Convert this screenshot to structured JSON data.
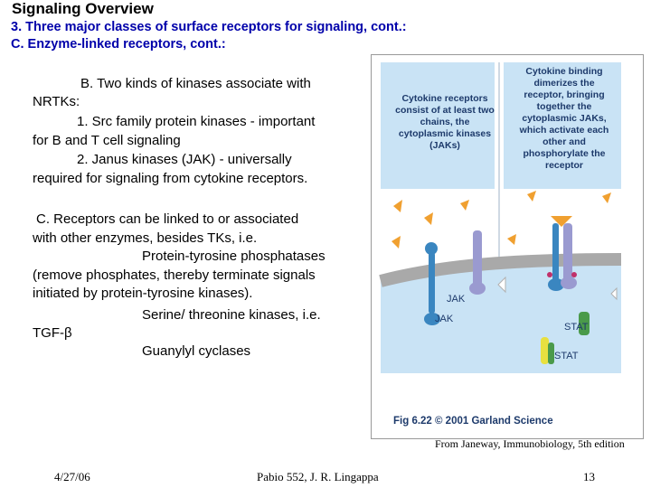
{
  "title": "Signaling Overview",
  "subtitle_lines": [
    "3.  Three major classes of  surface receptors for signaling, cont.:",
    "C.  Enzyme-linked receptors, cont.:"
  ],
  "body_lines": [
    "B.  Two kinds of kinases associate with",
    "NRTKs:",
    "1.  Src family protein kinases - important",
    "for B and T cell signaling",
    "2.  Janus kinases (JAK) - universally",
    "required for signaling from cytokine receptors.",
    "C.  Receptors can be linked to or associated",
    "with other enzymes, besides TKs, i.e.",
    "Protein-tyrosine phosphatases",
    "(remove phosphates, thereby terminate signals",
    "initiated by protein-tyrosine kinases).",
    "Serine/ threonine kinases, i.e.",
    "TGF-β",
    "Guanylyl cyclases"
  ],
  "figure": {
    "left_caption": "Cytokine receptors consist of at least two chains, the cytoplasmic kinases (JAKs)",
    "right_caption": "Cytokine binding dimerizes the receptor, bringing together the cytoplasmic JAKs, which activate each other and phosphorylate the receptor",
    "label_jak_1": "JAK",
    "label_jak_2": "JAK",
    "label_stat_1": "STAT",
    "label_stat_2": "STAT",
    "fig_caption": "Fig 6.22  © 2001 Garland Science",
    "source": "From Janeway, Immunobiology, 5th edition"
  },
  "footer": {
    "date": "4/27/06",
    "course": "Pabio 552,  J. R. Lingappa",
    "page": "13"
  },
  "colors": {
    "title": "#000000",
    "subtitle": "#0000aa",
    "figure_bg": "#c9e3f5",
    "ligand": "#f0a030",
    "receptor_purple": "#9a9ad0",
    "jak_blue": "#3a86c0",
    "stat_green": "#4a9a4a",
    "stat_yellow": "#e8e040"
  }
}
